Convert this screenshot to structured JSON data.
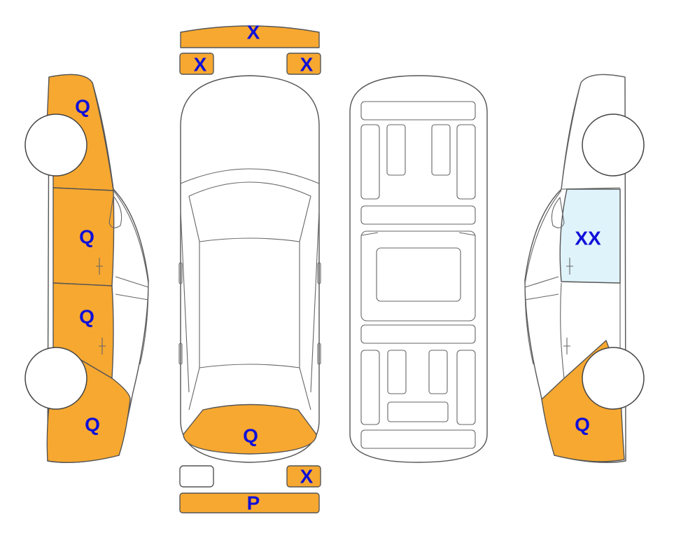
{
  "colors": {
    "damaged": "#f7a830",
    "highlight": "#dff3fb",
    "plain": "#ffffff",
    "outline": "#555555",
    "code_text": "#1010d8"
  },
  "parts": {
    "front_bumper": {
      "code": "X",
      "fill": "#f7a830"
    },
    "front_left_light": {
      "code": "X",
      "fill": "#f7a830"
    },
    "front_right_light": {
      "code": "X",
      "fill": "#f7a830"
    },
    "rear_left_light": {
      "code": "",
      "fill": "#ffffff"
    },
    "rear_right_light": {
      "code": "X",
      "fill": "#f7a830"
    },
    "rear_bumper": {
      "code": "P",
      "fill": "#f7a830"
    },
    "trunk_lid": {
      "code": "Q",
      "fill": "#f7a830"
    },
    "left_front_fender": {
      "code": "Q",
      "fill": "#f7a830"
    },
    "left_front_door": {
      "code": "Q",
      "fill": "#f7a830"
    },
    "left_rear_door": {
      "code": "Q",
      "fill": "#f7a830"
    },
    "left_rear_quarter": {
      "code": "Q",
      "fill": "#f7a830"
    },
    "right_front_door": {
      "code": "XX",
      "fill": "#dff3fb"
    },
    "right_rear_quarter": {
      "code": "Q",
      "fill": "#f7a830"
    }
  }
}
